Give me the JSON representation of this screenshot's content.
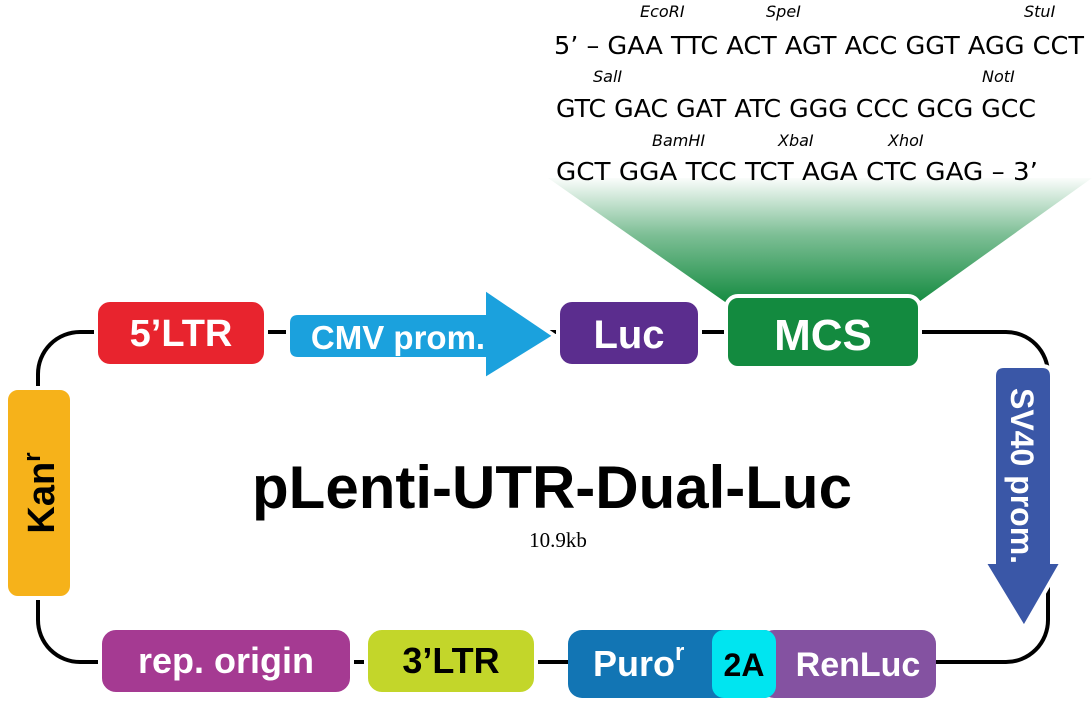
{
  "plasmid": {
    "name": "pLenti-UTR-Dual-Luc",
    "size": "10.9kb"
  },
  "elements": {
    "ltr5": {
      "label": "5’LTR",
      "color": "#e8242e"
    },
    "cmv": {
      "label": "CMV prom.",
      "color": "#1ba1dd"
    },
    "luc": {
      "label": "Luc",
      "color": "#5b2d8e"
    },
    "mcs": {
      "label": "MCS",
      "color": "#138a3f"
    },
    "sv40": {
      "label": "SV40 prom.",
      "color": "#3a57a7"
    },
    "kan": {
      "label": "Kan",
      "sup": "r",
      "color": "#f6b21a"
    },
    "rep_origin": {
      "label": "rep. origin",
      "color": "#a53a92"
    },
    "ltr3": {
      "label": "3’LTR",
      "color": "#c3d62a"
    },
    "puro": {
      "label": "Puro",
      "sup": "r",
      "color": "#1275b4"
    },
    "t2a": {
      "label": "2A",
      "color": "#00e5f0"
    },
    "renluc": {
      "label": "RenLuc",
      "color": "#8452a1"
    }
  },
  "mcs_sequence": {
    "line1": "5’ – GAA TTC ACT AGT ACC GGT AGG CCT",
    "line2": "GTC GAC GAT ATC GGG CCC GCG GCC",
    "line3": "GCT GGA TCC TCT AGA CTC GAG – 3’",
    "sites": {
      "ecori": "EcoRI",
      "spei": "SpeI",
      "stui": "StuI",
      "sali": "SalI",
      "noti": "NotI",
      "bamhi": "BamHI",
      "xbai": "XbaI",
      "xhoi": "XhoI"
    }
  }
}
